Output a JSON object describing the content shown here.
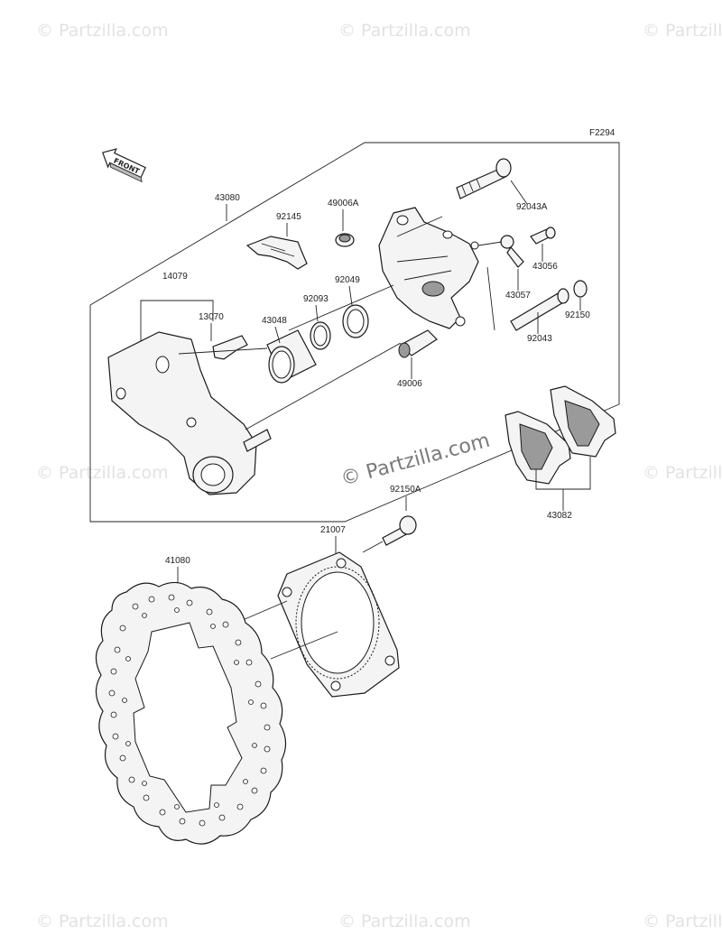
{
  "page": {
    "figure_code": "F2294",
    "front_label": "FRONT"
  },
  "watermarks": {
    "repeated": "© Partzilla.com",
    "center": "© Partzilla.com"
  },
  "parts": {
    "p43080": "43080",
    "p92145": "92145",
    "p49006A": "49006A",
    "p92043A": "92043A",
    "p43056": "43056",
    "p14079": "14079",
    "p13070": "13070",
    "p43048": "43048",
    "p92093": "92093",
    "p92049": "92049",
    "p43057": "43057",
    "p92150": "92150",
    "p92043": "92043",
    "p49006": "49006",
    "p43082": "43082",
    "p92150A": "92150A",
    "p21007": "21007",
    "p41080": "41080"
  }
}
